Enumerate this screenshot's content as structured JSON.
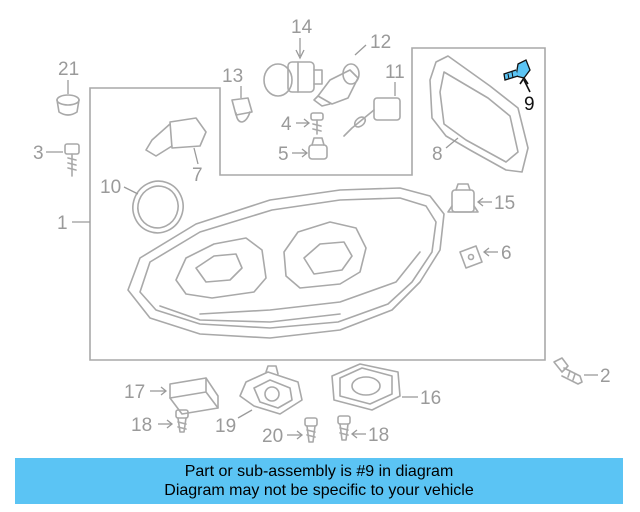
{
  "callouts": {
    "c1": "1",
    "c2": "2",
    "c3": "3",
    "c4": "4",
    "c5": "5",
    "c6": "6",
    "c7": "7",
    "c8": "8",
    "c9": "9",
    "c10": "10",
    "c11": "11",
    "c12": "12",
    "c13": "13",
    "c14": "14",
    "c15": "15",
    "c16": "16",
    "c17": "17",
    "c18a": "18",
    "c18b": "18",
    "c19": "19",
    "c20": "20",
    "c21": "21"
  },
  "highlighted_part": "9",
  "colors": {
    "highlight": "#5bc4f4",
    "line": "#a9a9a9",
    "label": "#9a9a9a"
  },
  "banner": {
    "line1": "Part or sub-assembly is #9 in diagram",
    "line2": "Diagram may not be specific to your vehicle"
  }
}
